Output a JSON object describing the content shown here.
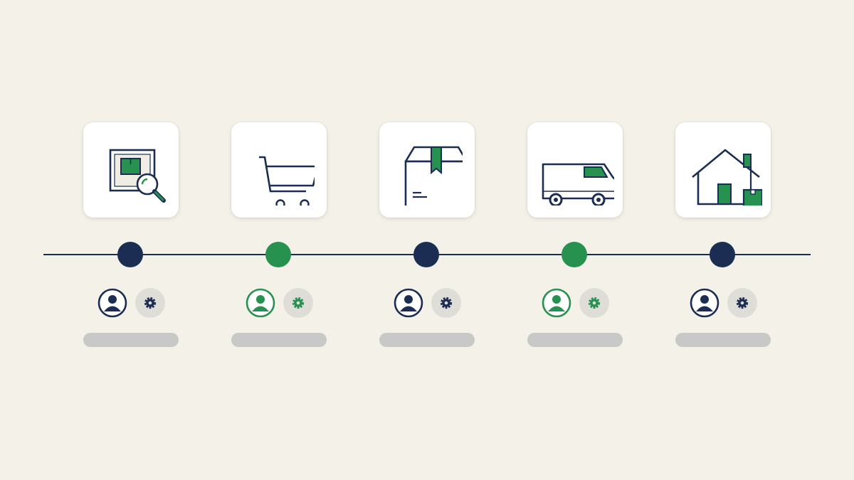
{
  "colors": {
    "background": "#f4f1e8",
    "navy": "#1b2d52",
    "green": "#27914f",
    "label_placeholder": "#c8c8c8",
    "gear_badge_bg": "#dfddd7"
  },
  "steps": [
    {
      "icon": "package-search-icon",
      "accent": "navy"
    },
    {
      "icon": "shopping-cart-icon",
      "accent": "green"
    },
    {
      "icon": "package-box-icon",
      "accent": "navy"
    },
    {
      "icon": "delivery-van-icon",
      "accent": "green"
    },
    {
      "icon": "house-delivery-icon",
      "accent": "navy"
    }
  ]
}
